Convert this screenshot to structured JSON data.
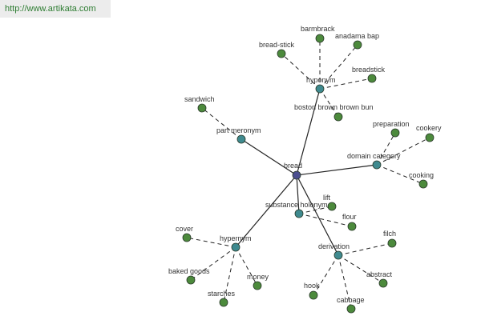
{
  "watermark": {
    "url": "http://www.artikata.com"
  },
  "colors": {
    "root_fill": "#4b4e8f",
    "relation_fill": "#3f8a8f",
    "leaf_fill": "#4c8a3c",
    "node_stroke": "#2a3a2a",
    "edge": "#222222",
    "label": "#333333"
  },
  "graph": {
    "root": {
      "id": "bread",
      "label": "bread"
    },
    "relations": [
      {
        "id": "hyponym",
        "label": "hyponym",
        "children": [
          "bread-stick",
          "barmbrack",
          "anadama bap",
          "breadstick",
          "boston brown brown bun"
        ]
      },
      {
        "id": "part-meronym",
        "label": "part meronym",
        "children": [
          "sandwich"
        ]
      },
      {
        "id": "domain-category",
        "label": "domain category",
        "children": [
          "preparation",
          "cookery",
          "cooking"
        ]
      },
      {
        "id": "substance-holonym",
        "label": "substance holonym",
        "children": [
          "lift",
          "flour"
        ]
      },
      {
        "id": "hypernym",
        "label": "hypernym",
        "children": [
          "cover",
          "baked goods",
          "starches",
          "money"
        ]
      },
      {
        "id": "derivation",
        "label": "derivation",
        "children": [
          "filch",
          "abstract",
          "cabbage",
          "hook"
        ]
      }
    ]
  }
}
